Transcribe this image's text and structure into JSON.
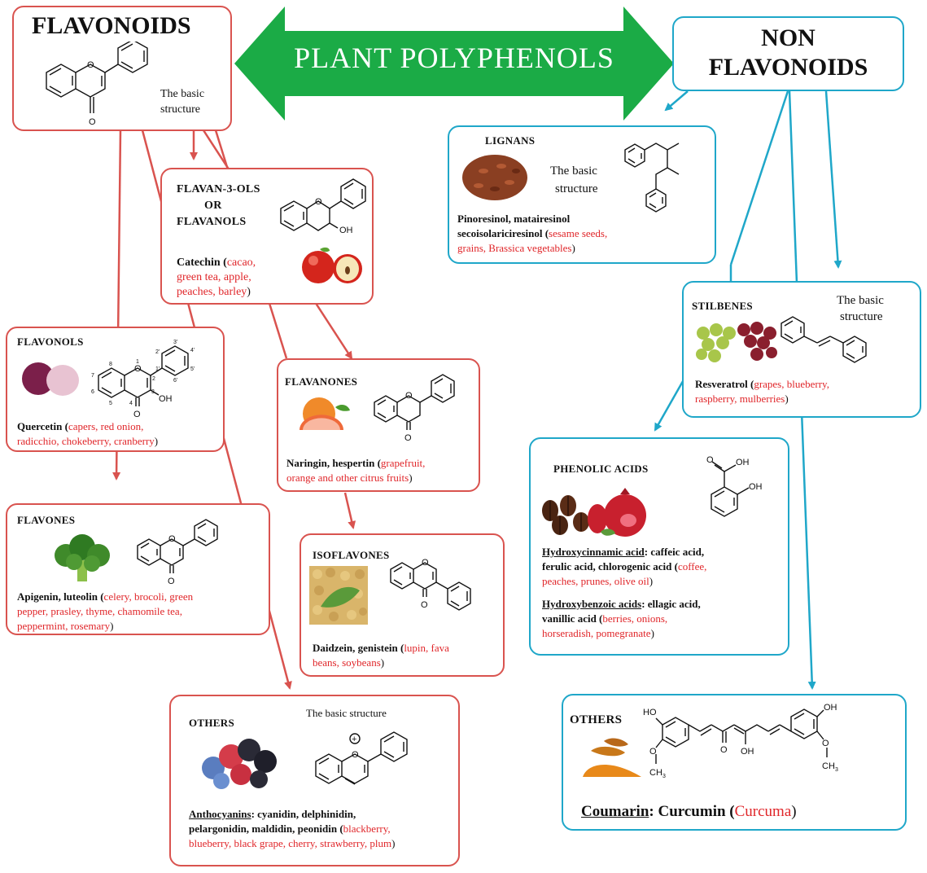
{
  "colors": {
    "flavonoid_border": "#d9534f",
    "nonflavonoid_border": "#1fa7c9",
    "arrow_green": "#1bab46",
    "highlight_red": "#e0262a"
  },
  "header": {
    "title": "PLANT POLYPHENOLS"
  },
  "flavonoids": {
    "title": "FLAVONOIDS",
    "caption_line1": "The basic",
    "caption_line2": "structure",
    "atom_o_ring": "O",
    "atom_o_keto": "O"
  },
  "non_flavonoids": {
    "title_line1": "NON",
    "title_line2": "FLAVONOIDS"
  },
  "flavanols": {
    "title_line1": "FLAVAN-3-OLS",
    "title_line2": "OR",
    "title_line3": "FLAVANOLS",
    "compound": "Catechin (",
    "sources_line1": "cacao,",
    "sources_line2": "green tea, apple,",
    "sources_line3": "peaches, barley",
    "close": ")",
    "atom_o": "O",
    "atom_oh": "OH"
  },
  "flavonols": {
    "title": "FLAVONOLS",
    "compound": "Quercetin (",
    "sources_line1": "capers, red onion,",
    "sources_line2": "radicchio, chokeberry, cranberry",
    "close": ")",
    "atoms": [
      "8",
      "1",
      "7",
      "2",
      "6",
      "5",
      "4",
      "3",
      "O",
      "O",
      "OH",
      "2'",
      "3'",
      "4'",
      "5'",
      "6'",
      "1'"
    ]
  },
  "flavanones": {
    "title": "FLAVANONES",
    "compound": "Naringin, hespertin (",
    "sources_line1": "grapefruit,",
    "sources_line2": "orange and other citrus fruits",
    "close": ")",
    "atom_o_ring": "O",
    "atom_o_keto": "O"
  },
  "flavones": {
    "title": "FLAVONES",
    "compound": "Apigenin, luteolin (",
    "sources_line1": "celery, brocoli, green",
    "sources_line2": "pepper, prasley, thyme, chamomile tea,",
    "sources_line3": "peppermint, rosemary",
    "close": ")",
    "atom_o_ring": "O",
    "atom_o_keto": "O"
  },
  "isoflavones": {
    "title": "ISOFLAVONES",
    "compound": "Daidzein, genistein (",
    "sources_line1": "lupin, fava",
    "sources_line2": "beans, soybeans",
    "close": ")",
    "atom_o_ring": "O",
    "atom_o_keto": "O"
  },
  "others_flavonoid": {
    "title": "OTHERS",
    "caption": "The basic structure",
    "class_name": "Anthocyanins",
    "line1": ":  cyanidin, delphinidin,",
    "line2": "pelargonidin, maldidin, peonidin (",
    "sources_line1": "blackberry,",
    "sources_line2": "blueberry, black grape, cherry, strawberry, plum",
    "close": ")",
    "atom_o": "O",
    "charge": "+"
  },
  "lignans": {
    "title": "LIGNANS",
    "caption_line1": "The basic",
    "caption_line2": "structure",
    "compound_line1": "Pinoresinol, matairesinol",
    "compound_line2": "secoisolariciresinol  (",
    "sources_line1": "sesame seeds,",
    "sources_line2": "grains, Brassica vegetables",
    "close": ")"
  },
  "stilbenes": {
    "title": "STILBENES",
    "caption_line1": "The basic",
    "caption_line2": "structure",
    "compound": "Resveratrol (",
    "sources_line1": "grapes, blueberry,",
    "sources_line2": "raspberry,  mulberries",
    "close": ")"
  },
  "phenolic_acids": {
    "title": "PHENOLIC ACIDS",
    "class1": "Hydroxycinnamic acid",
    "class1_line1": ": caffeic acid,",
    "class1_line2": "ferulic acid, chlorogenic acid (",
    "class1_src1": "coffee,",
    "class1_src2": "peaches, prunes, olive oil",
    "class1_close": ")",
    "class2": "Hydroxybenzoic acids",
    "class2_line1": ": ellagic acid,",
    "class2_line2": "vanillic acid (",
    "class2_src1": "berries,  onions,",
    "class2_src2": "horseradish,  pomegranate",
    "class2_close": ")",
    "atom_o": "O",
    "atom_oh1": "OH",
    "atom_oh2": "OH"
  },
  "others_nonflavonoid": {
    "title": "OTHERS",
    "class_name": "Coumarin",
    "compound": ": Curcumin (",
    "source": "Curcuma",
    "close": ")",
    "atom_ho": "HO",
    "atom_oh": "OH",
    "atom_o": "O",
    "atom_oh_center": "OH",
    "atom_och3_left": "O",
    "atom_ch3_left": "CH",
    "atom_och3_right": "O",
    "atom_ch3_right": "CH",
    "subscript": "3"
  }
}
